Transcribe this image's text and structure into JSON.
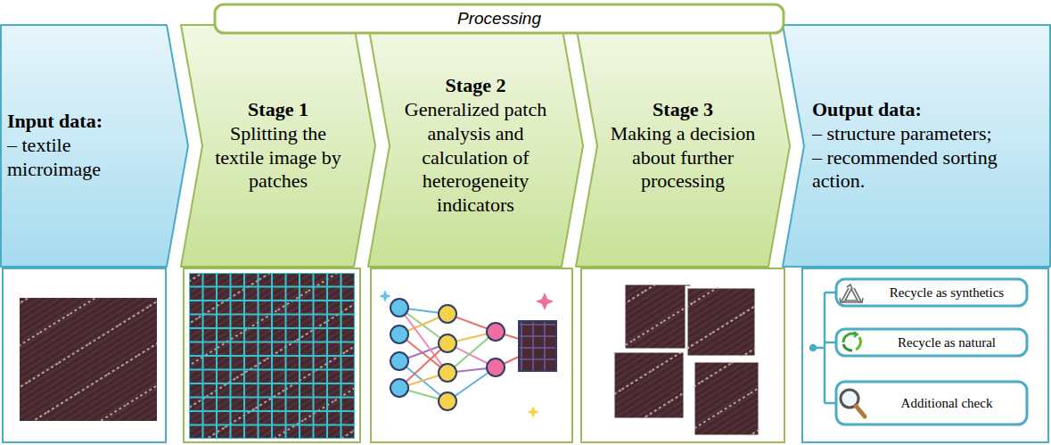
{
  "diagram": {
    "nodes": [
      {
        "text": [
          "Processing"
        ]
      },
      {
        "text": [
          "Input data:",
          "– textile microimage"
        ]
      },
      {
        "text": [
          "Stage 1",
          "Splitting the textile image by patches"
        ]
      },
      {
        "text": [
          "Stage 2",
          "Generalized patch analysis and calculation of heterogeneity indicators"
        ]
      },
      {
        "text": [
          "Stage 3",
          "Making a decision about further processing"
        ]
      },
      {
        "text": [
          "Output data:",
          "– structure parameters;",
          "– recommended sorting action."
        ]
      },
      {
        "text": [
          "Recycle as synthetics"
        ]
      },
      {
        "text": [
          "Recycle as natural"
        ]
      },
      {
        "text": [
          "Additional check"
        ]
      }
    ]
  }
}
